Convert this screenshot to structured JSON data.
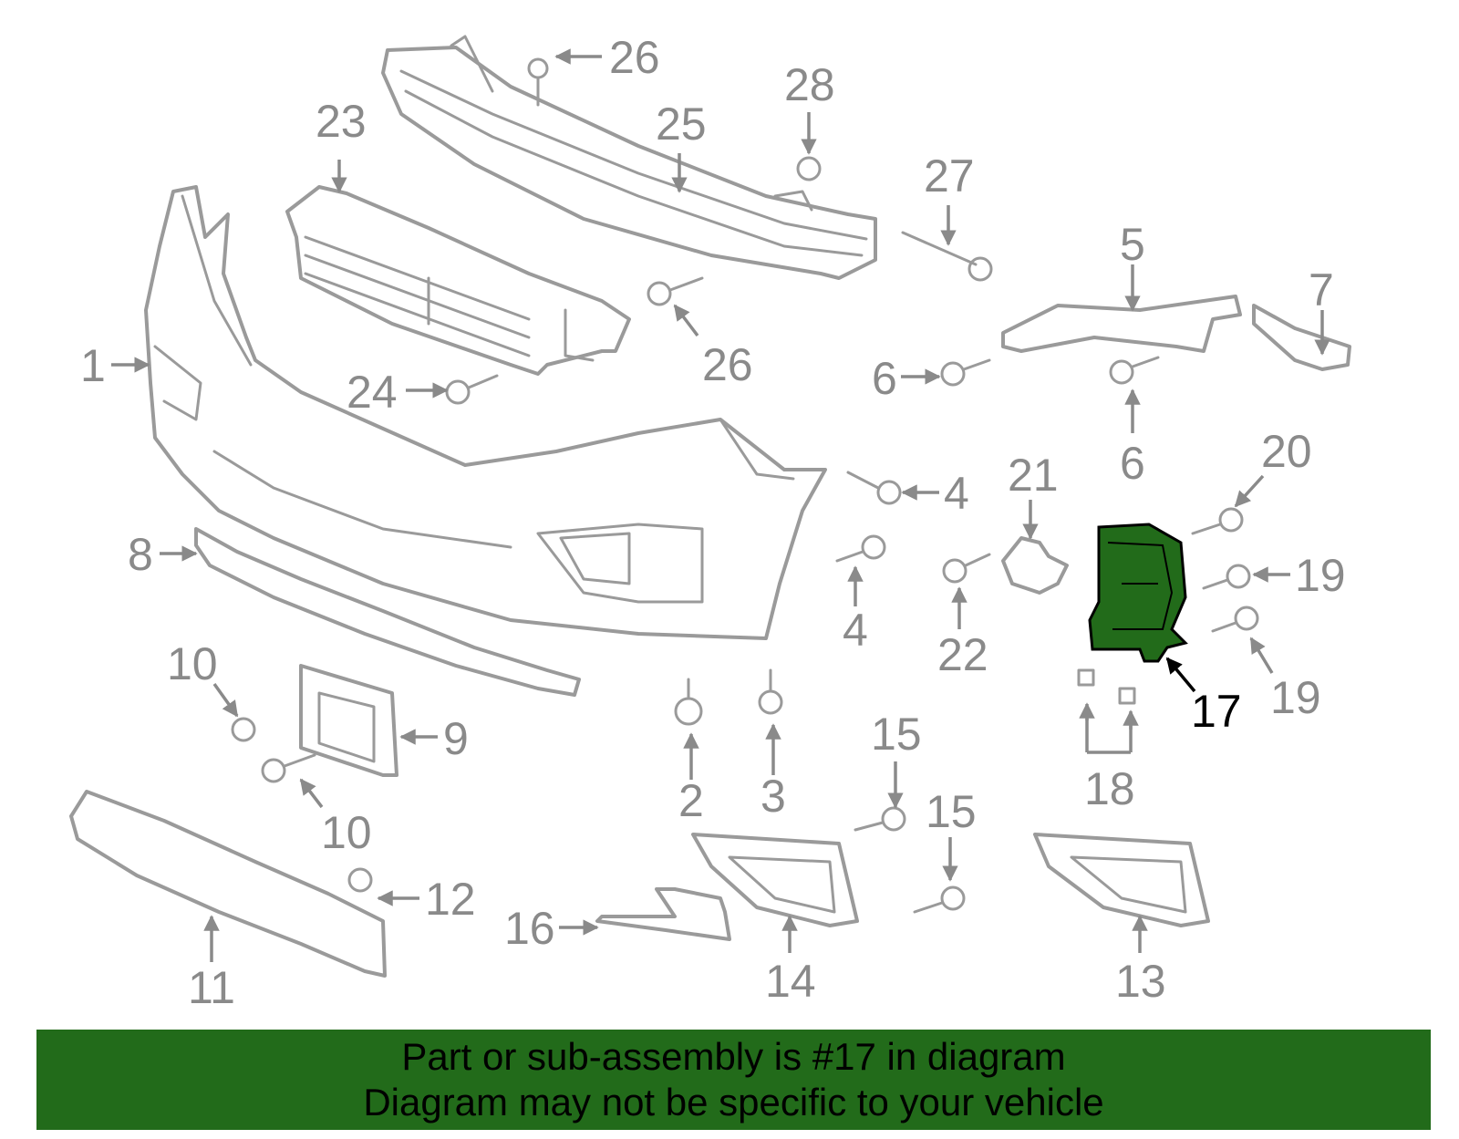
{
  "highlight_color": "#226b1a",
  "callouts": {
    "c1": "1",
    "c2": "2",
    "c3": "3",
    "c4a": "4",
    "c4b": "4",
    "c5": "5",
    "c6a": "6",
    "c6b": "6",
    "c7": "7",
    "c8": "8",
    "c9": "9",
    "c10a": "10",
    "c10b": "10",
    "c11": "11",
    "c12": "12",
    "c13": "13",
    "c14": "14",
    "c15a": "15",
    "c15b": "15",
    "c16": "16",
    "c17": "17",
    "c18": "18",
    "c19a": "19",
    "c19b": "19",
    "c20": "20",
    "c21": "21",
    "c22": "22",
    "c23": "23",
    "c24": "24",
    "c25": "25",
    "c26a": "26",
    "c26b": "26",
    "c27": "27",
    "c28": "28"
  },
  "banner": {
    "line1": "Part or sub-assembly is #17 in diagram",
    "line2": "Diagram may not be specific to your vehicle"
  }
}
